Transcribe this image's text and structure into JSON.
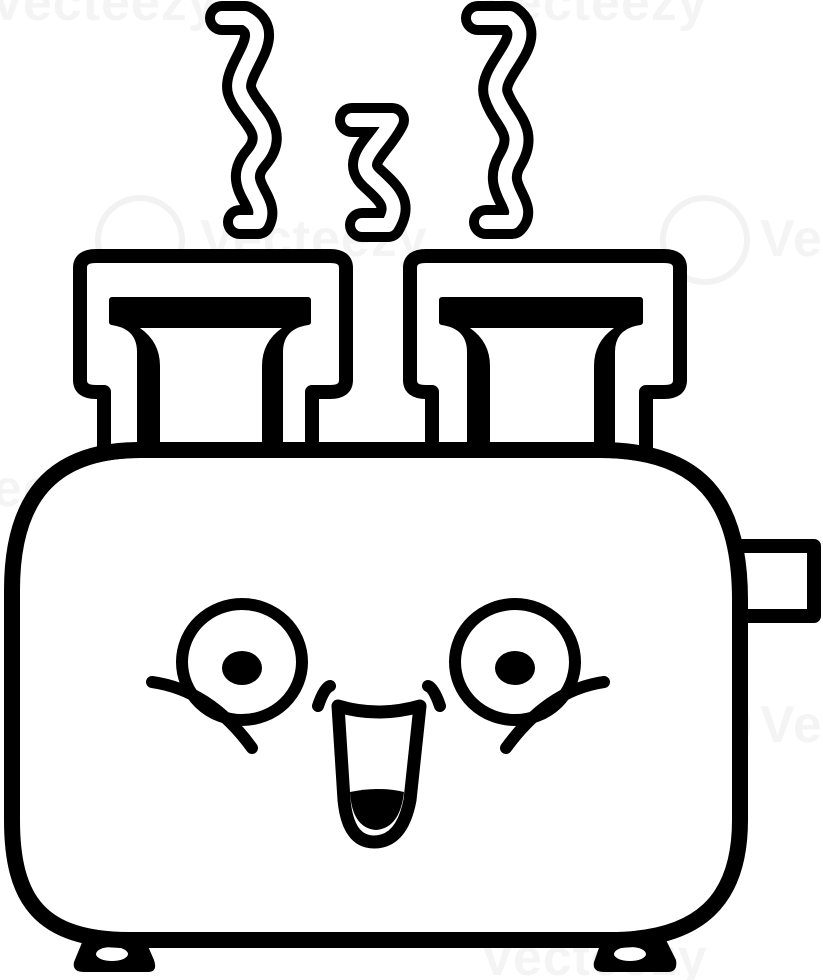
{
  "illustration": {
    "subject": "toaster-with-toast-icon",
    "style": "black line art on white",
    "colors": {
      "ink": "#000000",
      "background": "#ffffff"
    }
  },
  "watermark": {
    "text": "Vecteezy",
    "opacity": 0.045
  }
}
